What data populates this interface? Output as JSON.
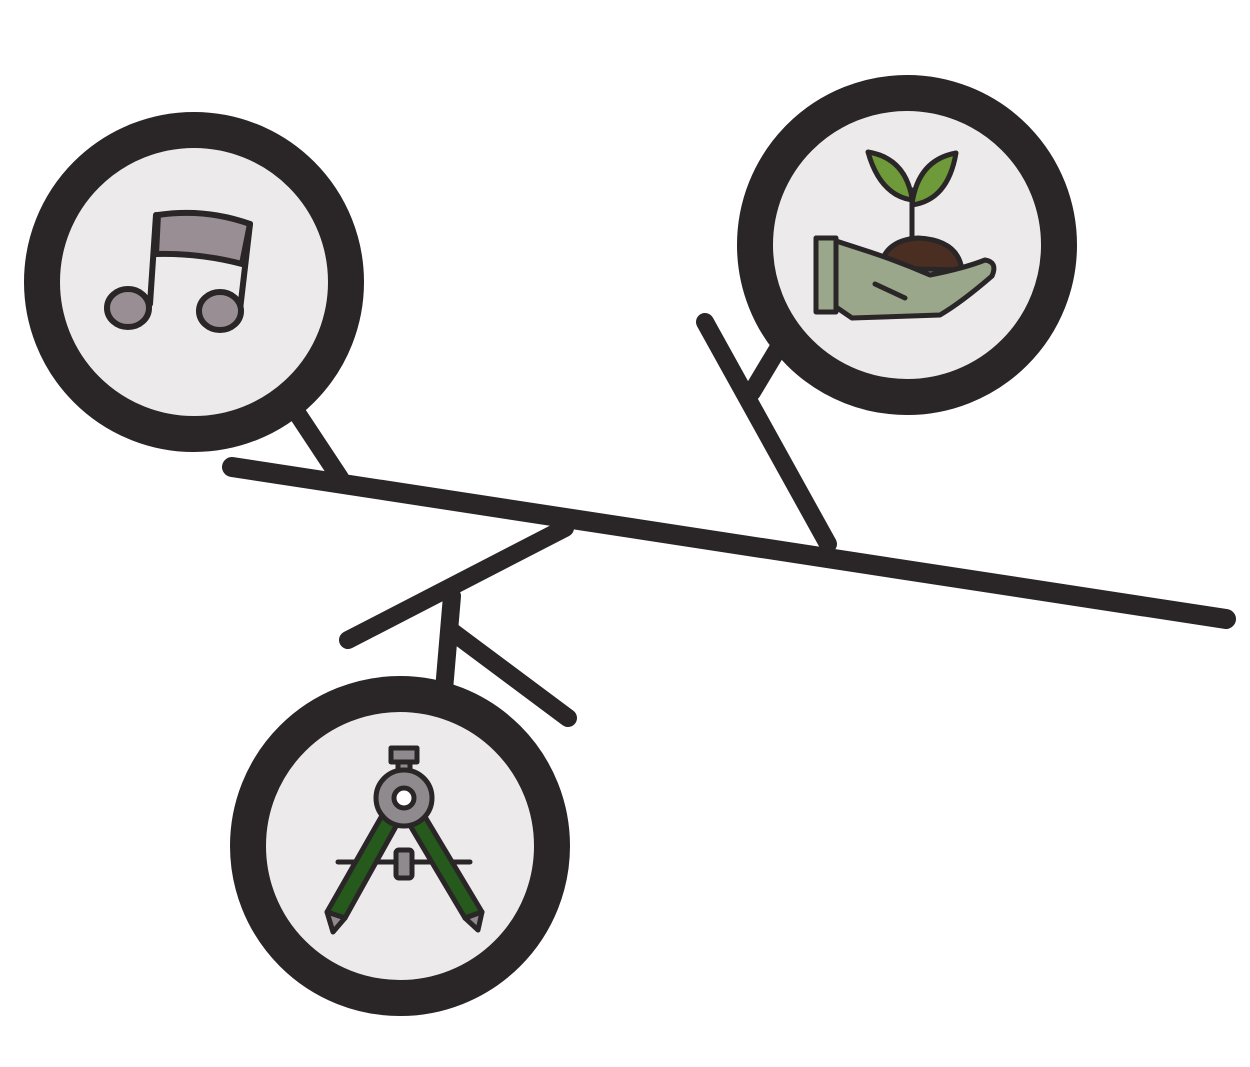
{
  "diagram": {
    "type": "fishbone-branch-diagram",
    "nodes": [
      {
        "id": "music",
        "icon": "music-note-icon"
      },
      {
        "id": "growth",
        "icon": "plant-in-hand-icon"
      },
      {
        "id": "design",
        "icon": "drawing-compass-icon"
      }
    ]
  },
  "colors": {
    "line": "#2a2628",
    "node_fill": "#eceaeb",
    "note_fill": "#9a8e95",
    "leaf_green": "#6f9a3a",
    "soil_brown": "#4a2e22",
    "glove_green": "#9aa78a",
    "compass_green": "#255a1c",
    "compass_grey": "#8f8a8d"
  }
}
